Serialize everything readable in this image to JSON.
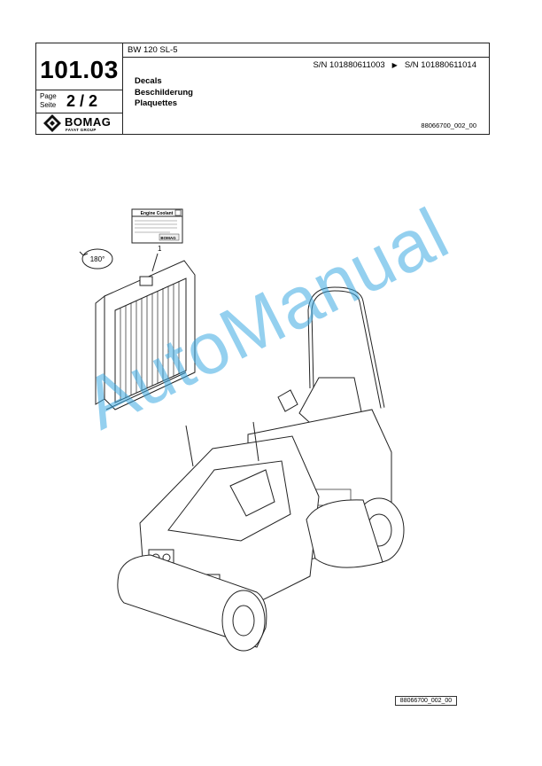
{
  "header": {
    "section_number": "101.03",
    "page_label_en": "Page",
    "page_label_de": "Seite",
    "page_value": "2 / 2",
    "model": "BW 120 SL-5",
    "serial_from": "S/N 101880611003",
    "serial_to": "S/N 101880611014",
    "title_en": "Decals",
    "title_de": "Beschilderung",
    "title_fr": "Plaquettes",
    "doc_id": "88066700_002_00"
  },
  "logo": {
    "name": "BOMAG",
    "sub": "FAYAT GROUP",
    "icon": "bomag-diamond-icon"
  },
  "decal": {
    "title": "Engine Coolant",
    "callout": "1",
    "rotation": "180°",
    "brand": "BOMAG"
  },
  "watermark": "AutoManual",
  "footer": {
    "ref": "88066700_002_00"
  }
}
